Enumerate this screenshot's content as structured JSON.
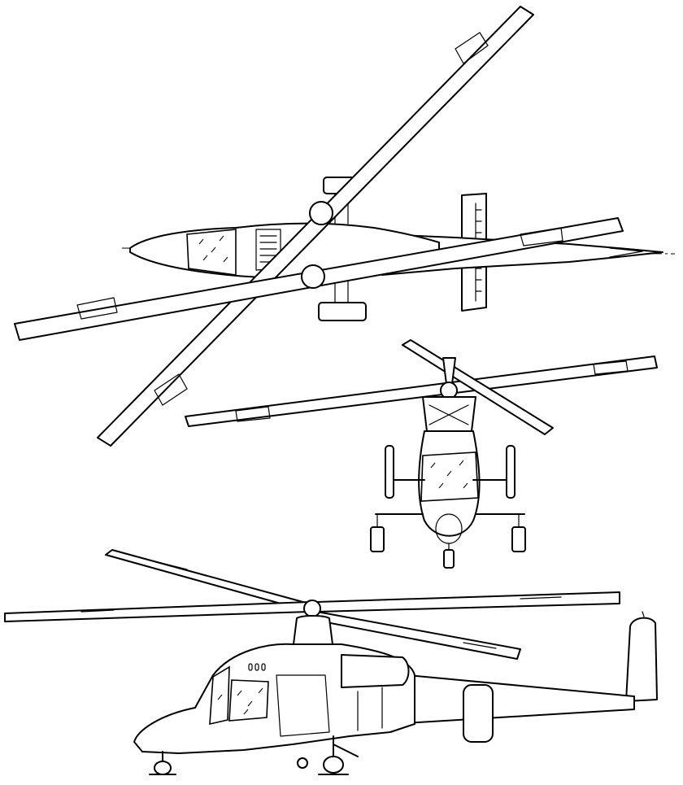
{
  "drawing": {
    "views": [
      {
        "id": "top-view"
      },
      {
        "id": "front-view"
      },
      {
        "id": "side-view"
      }
    ],
    "colors": {
      "line": "#000000",
      "background": "#ffffff"
    }
  }
}
